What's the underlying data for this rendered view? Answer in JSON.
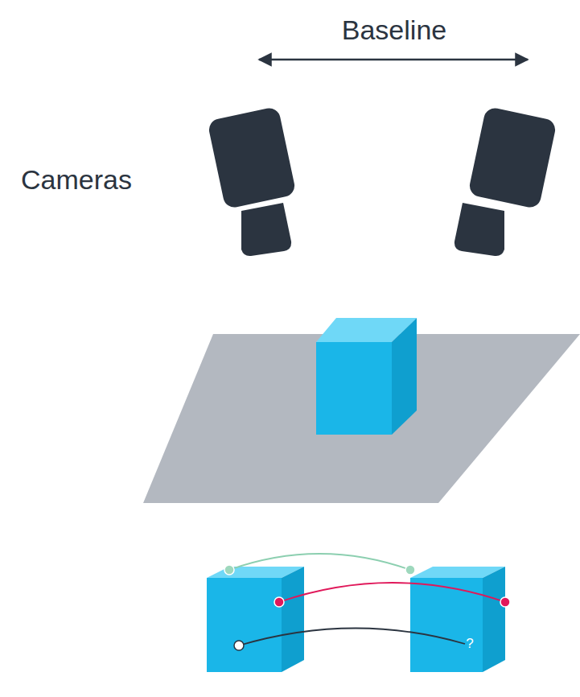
{
  "diagram": {
    "labels": [
      "Baseline",
      "Cameras",
      "?"
    ]
  }
}
